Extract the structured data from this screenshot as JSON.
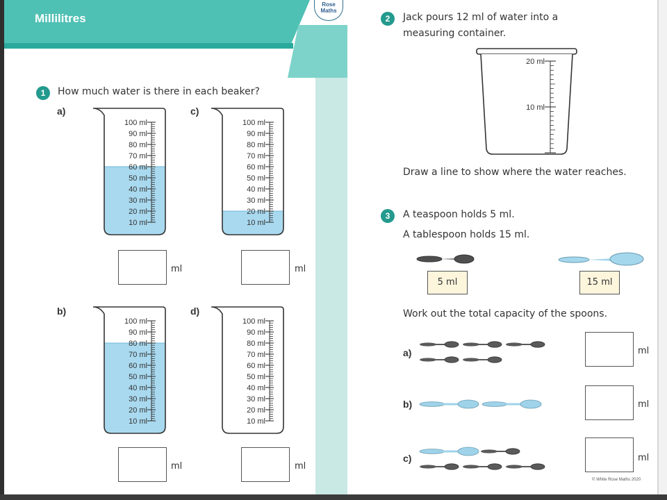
{
  "header": {
    "title": "Millilitres",
    "logo_line1": "Rose",
    "logo_line2": "Maths"
  },
  "q1": {
    "number": "1",
    "text": "How much water is there in each beaker?",
    "parts": [
      {
        "label": "a)",
        "fill_ml": 60
      },
      {
        "label": "c)",
        "fill_ml": 20
      },
      {
        "label": "b)",
        "fill_ml": 80
      },
      {
        "label": "d)",
        "fill_ml": 0
      }
    ],
    "scale_labels": [
      "100 ml",
      "90 ml",
      "80 ml",
      "70 ml",
      "60 ml",
      "50 ml",
      "40 ml",
      "30 ml",
      "20 ml",
      "10 ml"
    ],
    "unit": "ml"
  },
  "q2": {
    "number": "2",
    "text_line1": "Jack pours 12 ml of water into a",
    "text_line2": "measuring container.",
    "container_labels": [
      "20 ml",
      "10 ml"
    ],
    "instruction": "Draw a line to show where the water reaches."
  },
  "q3": {
    "number": "3",
    "line1": "A teaspoon holds 5 ml.",
    "line2": "A tablespoon holds 15 ml.",
    "teaspoon_label": "5 ml",
    "tablespoon_label": "15 ml",
    "instruction": "Work out the total capacity of the spoons.",
    "parts": [
      {
        "label": "a)",
        "teaspoons": 5,
        "tablespoons": 0
      },
      {
        "label": "b)",
        "teaspoons": 0,
        "tablespoons": 2
      },
      {
        "label": "c)",
        "teaspoons": 4,
        "tablespoons": 1
      }
    ],
    "unit": "ml"
  },
  "footer": {
    "copyright": "© White Rose Maths 2020"
  },
  "colors": {
    "teal": "#4fc0b4",
    "teal_dark": "#239a8d",
    "water": "#a9d9ef",
    "spoon_tea": "#5a5a5a",
    "spoon_table": "#9fd3ea"
  }
}
